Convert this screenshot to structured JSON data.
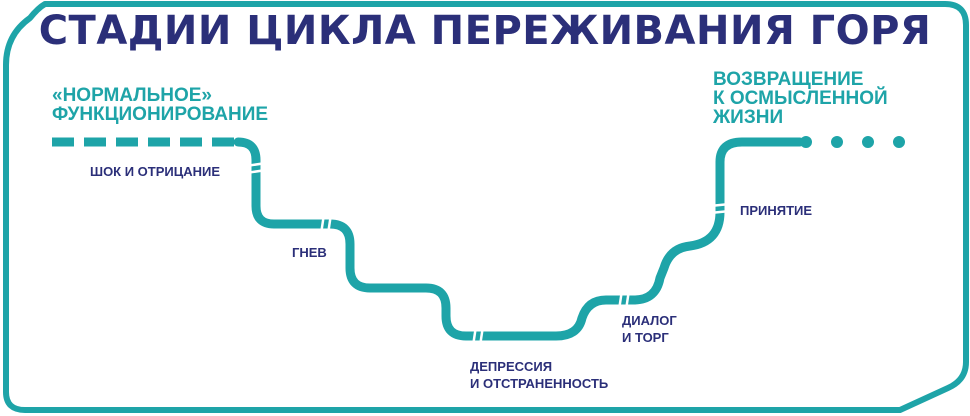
{
  "title": "СТАДИИ ЦИКЛА ПЕРЕЖИВАНИЯ ГОРЯ",
  "start_label": {
    "line1": "«НОРМАЛЬНОЕ»",
    "line2": "ФУНКЦИОНИРОВАНИЕ"
  },
  "end_label": {
    "line1": "ВОЗВРАЩЕНИЕ",
    "line2": "К ОСМЫСЛЕННОЙ",
    "line3": "ЖИЗНИ"
  },
  "stages": {
    "shock": "ШОК И ОТРИЦАНИЕ",
    "anger": "ГНЕВ",
    "depression_line1": "ДЕПРЕССИЯ",
    "depression_line2": "И ОТСТРАНЕННОСТЬ",
    "bargaining_line1": "ДИАЛОГ",
    "bargaining_line2": "И ТОРГ",
    "acceptance": "ПРИНЯТИЕ"
  },
  "colors": {
    "teal": "#1ea4a8",
    "navy": "#2b2f79"
  }
}
